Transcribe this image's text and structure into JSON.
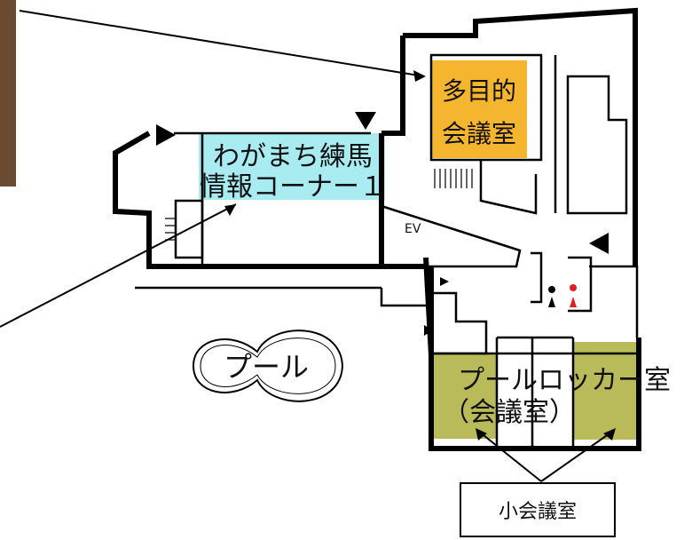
{
  "rooms": {
    "multipurpose": {
      "line1": "多目的",
      "line2": "会議室",
      "color": "#f6b52e"
    },
    "info_corner": {
      "line1": "わがまち練馬",
      "line2": "情報コーナー１",
      "color": "#a8ecf2"
    },
    "pool_locker": {
      "line1": "プールロッカー室",
      "line2": "（会議室）",
      "color": "#b9ba5a"
    },
    "pool": {
      "label": "プール"
    },
    "elevator": {
      "label": "EV"
    }
  },
  "callout": {
    "label": "小会議室"
  },
  "colors": {
    "wall": "#000000",
    "restroom_female": "#e02020",
    "photo": "#6b4a32"
  },
  "icons": [
    "entrance-arrow-icon",
    "restroom-icon",
    "stairs-icon"
  ]
}
